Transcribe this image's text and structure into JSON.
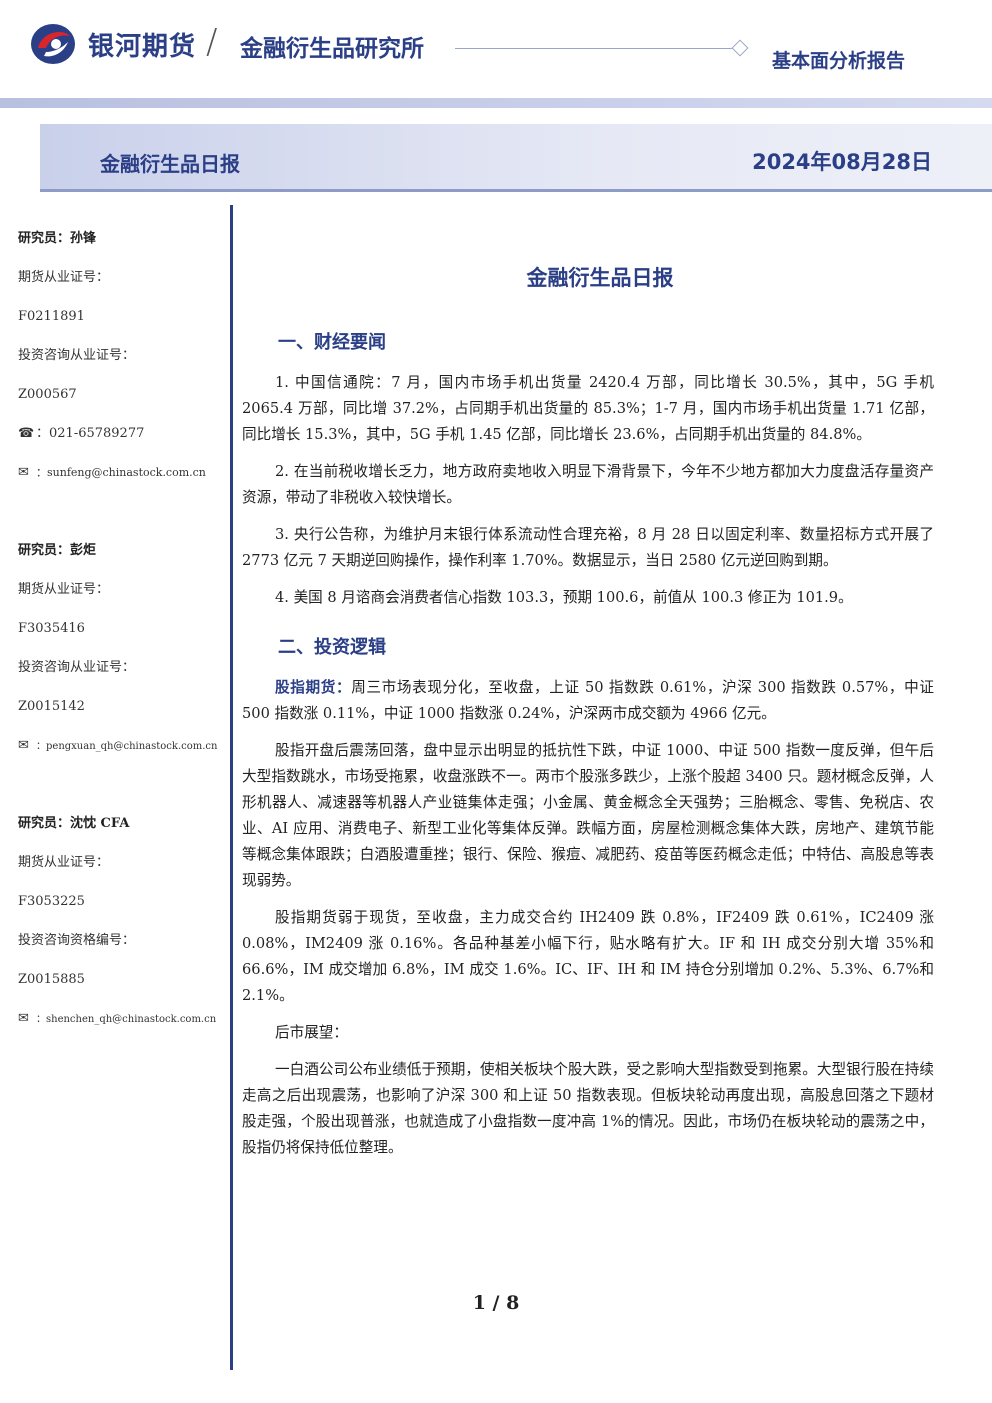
{
  "header": {
    "company": "银河期货",
    "institute": "金融衍生品研究所",
    "report_type": "基本面分析报告",
    "brand_color": "#2b3f86",
    "logo_accent": "#d8262c"
  },
  "title_bar": {
    "name": "金融衍生品日报",
    "date": "2024年08月28日"
  },
  "sidebar": [
    {
      "researcher": "研究员：孙锋",
      "futures_cert_label": "期货从业证号：",
      "futures_cert": "F0211891",
      "invest_cert_label": "投资咨询从业证号：",
      "invest_cert": "Z000567",
      "phone_icon": "phone-icon",
      "phone": "：021-65789277",
      "email_icon": "mail-icon",
      "email": "：sunfeng@chinastock.com.cn"
    },
    {
      "researcher": "研究员：彭炬",
      "futures_cert_label": "期货从业证号：",
      "futures_cert": "F3035416",
      "invest_cert_label": "投资咨询从业证号：",
      "invest_cert": "Z0015142",
      "email_icon": "mail-icon",
      "email": "：pengxuan_qh@chinastock.com.cn"
    },
    {
      "researcher": "研究员：沈忱 CFA",
      "futures_cert_label": "期货从业证号：",
      "futures_cert": "F3053225",
      "invest_cert_label": "投资咨询资格编号：",
      "invest_cert": "Z0015885",
      "email_icon": "mail-icon",
      "email": "：shenchen_qh@chinastock.com.cn"
    }
  ],
  "main": {
    "title": "金融衍生品日报",
    "section1": {
      "heading": "一、财经要闻",
      "items": [
        "1. 中国信通院：7 月，国内市场手机出货量 2420.4 万部，同比增长 30.5%，其中，5G 手机 2065.4 万部，同比增 37.2%，占同期手机出货量的 85.3%；1-7 月，国内市场手机出货量 1.71 亿部，同比增长 15.3%，其中，5G 手机 1.45 亿部，同比增长 23.6%，占同期手机出货量的 84.8%。",
        "2. 在当前税收增长乏力，地方政府卖地收入明显下滑背景下，今年不少地方都加大力度盘活存量资产资源，带动了非税收入较快增长。",
        "3. 央行公告称，为维护月末银行体系流动性合理充裕，8 月 28 日以固定利率、数量招标方式开展了 2773 亿元 7 天期逆回购操作，操作利率 1.70%。数据显示，当日 2580 亿元逆回购到期。",
        "4. 美国 8 月谘商会消费者信心指数 103.3，预期 100.6，前值从 100.3 修正为 101.9。"
      ]
    },
    "section2": {
      "heading": "二、投资逻辑",
      "lead_label": "股指期货：",
      "lead_text": "周三市场表现分化，至收盘，上证 50 指数跌 0.61%，沪深 300 指数跌 0.57%，中证 500 指数涨 0.11%，中证 1000 指数涨 0.24%，沪深两市成交额为 4966 亿元。",
      "paragraphs": [
        "股指开盘后震荡回落，盘中显示出明显的抵抗性下跌，中证 1000、中证 500 指数一度反弹，但午后大型指数跳水，市场受拖累，收盘涨跌不一。两市个股涨多跌少，上涨个股超 3400 只。题材概念反弹，人形机器人、减速器等机器人产业链集体走强；小金属、黄金概念全天强势；三胎概念、零售、免税店、农业、AI 应用、消费电子、新型工业化等集体反弹。跌幅方面，房屋检测概念集体大跌，房地产、建筑节能等概念集体跟跌；白酒股遭重挫；银行、保险、猴痘、减肥药、疫苗等医药概念走低；中特估、高股息等表现弱势。",
        "股指期货弱于现货，至收盘，主力成交合约 IH2409 跌 0.8%，IF2409 跌 0.61%，IC2409 涨 0.08%，IM2409 涨 0.16%。各品种基差小幅下行，贴水略有扩大。IF 和 IH 成交分别大增 35%和 66.6%，IM 成交增加 6.8%，IM 成交 1.6%。IC、IF、IH 和 IM 持仓分别增加 0.2%、5.3%、6.7%和 2.1%。",
        "后市展望：",
        "一白酒公司公布业绩低于预期，使相关板块个股大跌，受之影响大型指数受到拖累。大型银行股在持续走高之后出现震荡，也影响了沪深 300 和上证 50 指数表现。但板块轮动再度出现，高股息回落之下题材股走强，个股出现普涨，也就造成了小盘指数一度冲高 1%的情况。因此，市场仍在板块轮动的震荡之中，股指仍将保持低位整理。"
      ]
    }
  },
  "footer": {
    "page": "1 / 8"
  }
}
